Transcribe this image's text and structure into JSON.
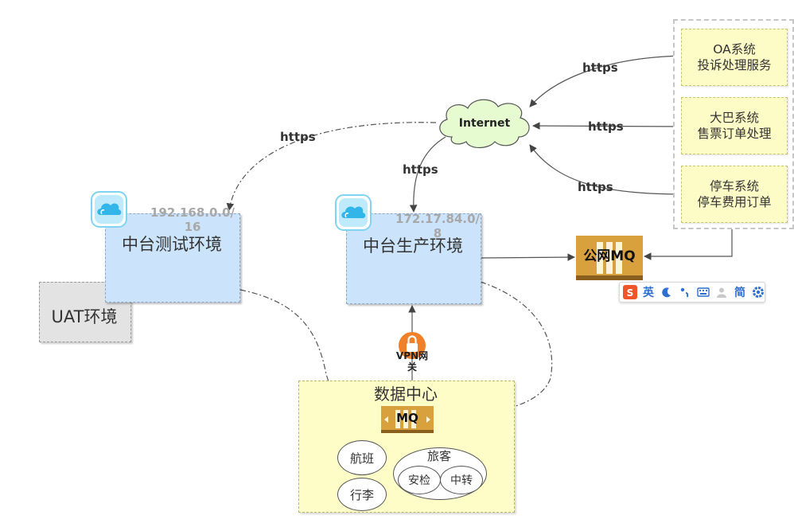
{
  "environments": {
    "test": {
      "title": "中台测试环境",
      "ip_line1": "192.168.0.0/",
      "ip_line2": "16"
    },
    "prod": {
      "title": "中台生产环境",
      "ip_line1": "172.17.84.0/",
      "ip_line2": "8"
    },
    "uat": {
      "title": "UAT环境"
    }
  },
  "internet": {
    "label": "Internet"
  },
  "connections": {
    "oa_to_internet": "https",
    "bus_to_internet": "https",
    "parking_to_internet": "https",
    "internet_to_test": "https",
    "internet_to_prod": "https"
  },
  "external_systems": [
    {
      "line1": "OA系统",
      "line2": "投诉处理服务"
    },
    {
      "line1": "大巴系统",
      "line2": "售票订单处理"
    },
    {
      "line1": "停车系统",
      "line2": "停车费用订单"
    }
  ],
  "public_mq": {
    "label": "公网MQ"
  },
  "vpn": {
    "label_line1": "VPN网",
    "label_line2": "关"
  },
  "data_center": {
    "title": "数据中心",
    "mq_label": "MQ",
    "flight": "航班",
    "baggage": "行李",
    "passenger": "旅客",
    "security": "安检",
    "transfer": "中转"
  },
  "ime_toolbar": {
    "lang": "英",
    "mode": "简",
    "items": [
      "sogou-logo-icon",
      "moon-icon",
      "punctuation-icon",
      "keyboard-icon",
      "user-icon",
      "settings-icon"
    ],
    "brand_color": "#f0552a",
    "accent_color": "#2f6fd1"
  },
  "colors": {
    "env_fill": "#cce4fb",
    "system_fill": "#fdfcc7",
    "mq_fill": "#d9a13e",
    "internet_fill": "#e6fbd0",
    "vpn_fill": "#f0802a"
  }
}
